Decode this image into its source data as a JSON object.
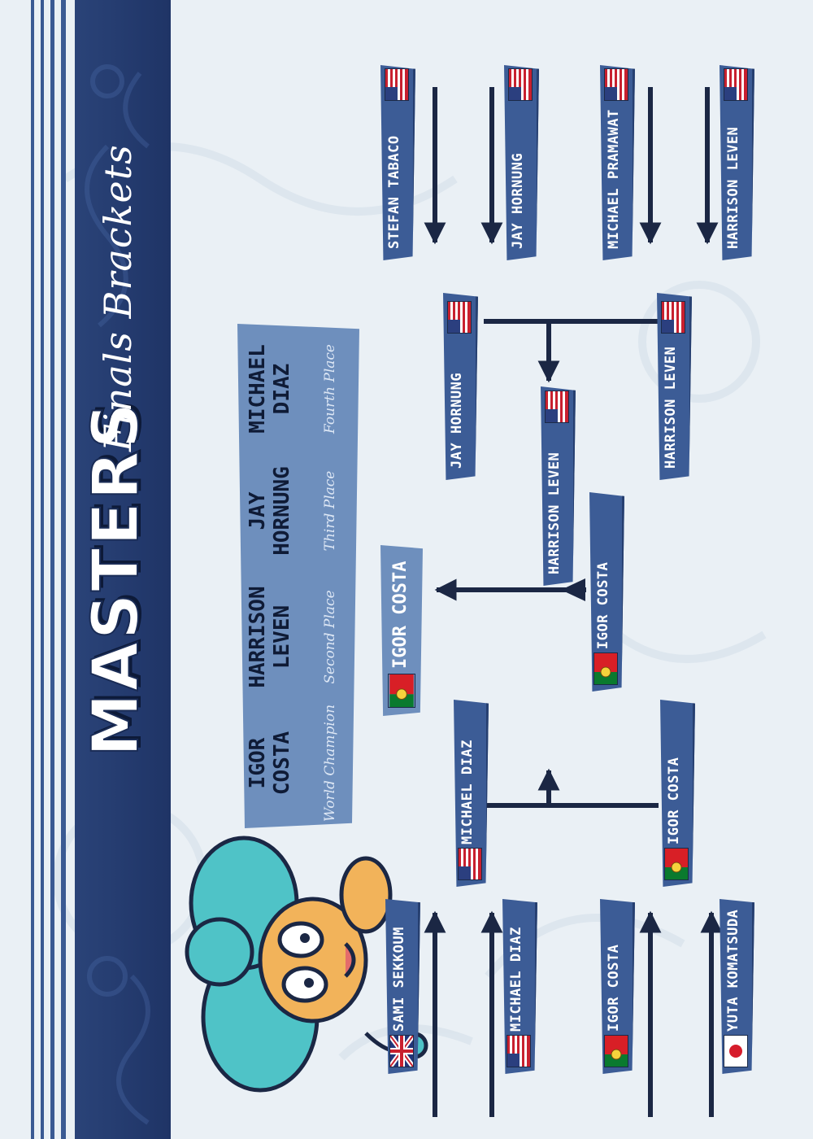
{
  "header": {
    "title_main": "MASTERS",
    "title_sub": "Finals Brackets"
  },
  "standings": [
    {
      "name_line1": "IGOR",
      "name_line2": "COSTA",
      "place": "World Champion"
    },
    {
      "name_line1": "HARRISON",
      "name_line2": "LEVEN",
      "place": "Second Place"
    },
    {
      "name_line1": "JAY",
      "name_line2": "HORNUNG",
      "place": "Third Place"
    },
    {
      "name_line1": "MICHAEL",
      "name_line2": "DIAZ",
      "place": "Fourth Place"
    }
  ],
  "bracket": {
    "quarterfinals_left": [
      {
        "name": "SAMI SEKKOUM",
        "flag": "uk"
      },
      {
        "name": "MICHAEL DIAZ",
        "flag": "usa"
      },
      {
        "name": "IGOR COSTA",
        "flag": "portugal"
      },
      {
        "name": "YUTA KOMATSUDA",
        "flag": "japan"
      }
    ],
    "quarterfinals_right": [
      {
        "name": "STEFAN TABACO",
        "flag": "usa"
      },
      {
        "name": "JAY HORNUNG",
        "flag": "usa"
      },
      {
        "name": "MICHAEL PRAMAWAT",
        "flag": "usa"
      },
      {
        "name": "HARRISON LEVEN",
        "flag": "usa"
      }
    ],
    "semifinals_left": [
      {
        "name": "MICHAEL DIAZ",
        "flag": "usa"
      },
      {
        "name": "IGOR COSTA",
        "flag": "portugal"
      }
    ],
    "semifinals_right": [
      {
        "name": "JAY HORNUNG",
        "flag": "usa"
      },
      {
        "name": "HARRISON LEVEN",
        "flag": "usa"
      }
    ],
    "finals": [
      {
        "name": "IGOR COSTA",
        "flag": "portugal"
      },
      {
        "name": "HARRISON LEVEN",
        "flag": "usa"
      }
    ],
    "champion": {
      "name": "IGOR COSTA",
      "flag": "portugal"
    }
  },
  "colors": {
    "band": "#1f3466",
    "box": "#3c5c96",
    "panel": "#6e8fbd",
    "line": "#1b2744",
    "mascot_teal": "#4fc3c7",
    "mascot_body": "#f2b35a"
  },
  "icons": [
    "mascot-character",
    "flag-uk",
    "flag-usa",
    "flag-portugal",
    "flag-japan",
    "arrow-up-icon"
  ]
}
